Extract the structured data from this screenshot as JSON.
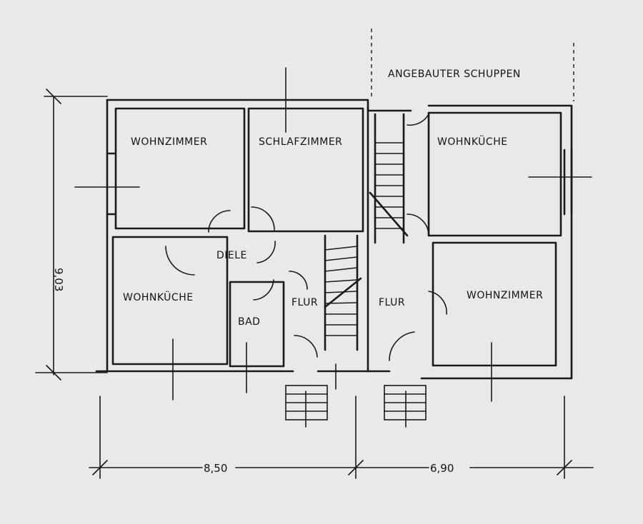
{
  "rooms": {
    "wohnzimmer_left": "WOHNZIMMER",
    "schlafzimmer": "SCHLAFZIMMER",
    "wohnkueche_right": "WOHNKÜCHE",
    "wohnkueche_left": "WOHNKÜCHE",
    "diele": "DIELE",
    "bad": "BAD",
    "flur_left": "FLUR",
    "flur_right": "FLUR",
    "wohnzimmer_right": "WOHNZIMMER"
  },
  "annex_label": "ANGEBAUTER SCHUPPEN",
  "dimensions": {
    "height": "9,03",
    "width_left": "8,50",
    "width_right": "6,90"
  },
  "colors": {
    "paper": "#e9e9e9",
    "ink": "#1a1a1a"
  }
}
